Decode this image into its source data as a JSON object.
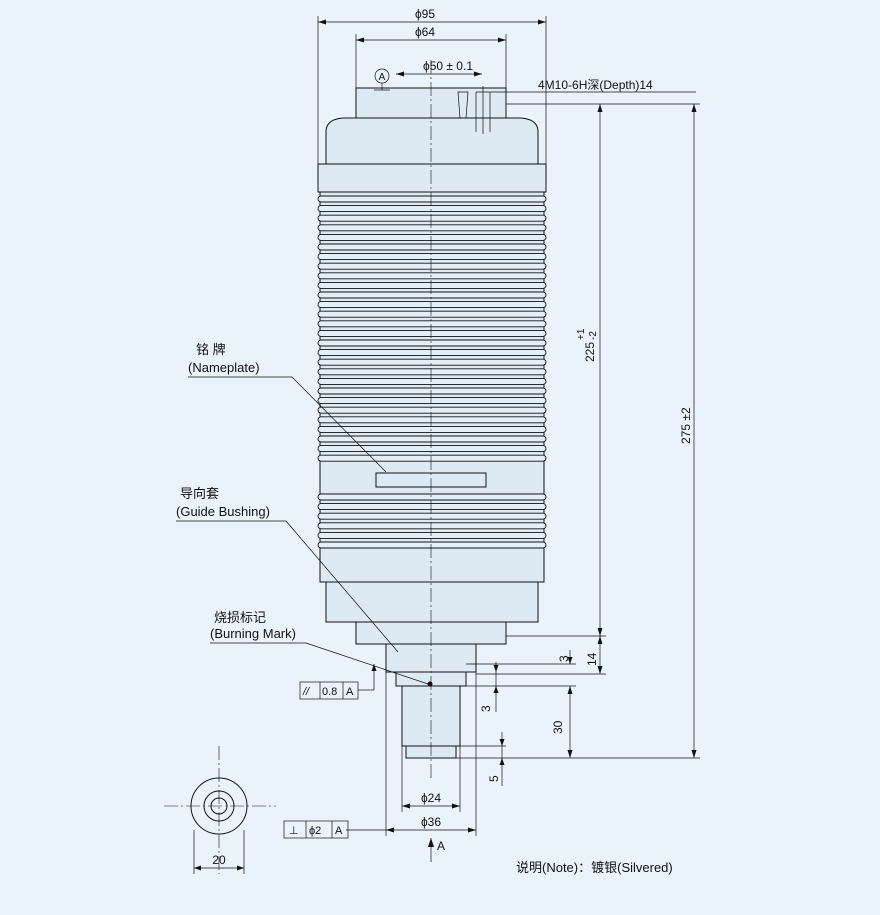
{
  "dims": {
    "d95": "ϕ95",
    "d64": "ϕ64",
    "d50": "ϕ50 ± 0.1",
    "thread": "4M10-6H深(Depth)14",
    "h225": "225",
    "h225_tol_up": "+1",
    "h225_tol_dn": "-2",
    "h275": "275 ±2",
    "h14": "14",
    "h3a": "3",
    "h3b": "3",
    "h30": "30",
    "h5": "5",
    "d24": "ϕ24",
    "d36": "ϕ36",
    "w20": "20"
  },
  "labels": {
    "nameplate_cn": "铭 牌",
    "nameplate_en": "(Nameplate)",
    "bushing_cn": "导向套",
    "bushing_en": "(Guide Bushing)",
    "burn_cn": "烧损标记",
    "burn_en": "(Burning Mark)",
    "note": "说明(Note)：镀银(Silvered)"
  },
  "datum": {
    "letter": "A",
    "bottom_letter": "A"
  },
  "tolerances": {
    "parallel_symbol": "//",
    "parallel_value": "0.8",
    "parallel_datum": "A",
    "perp_symbol": "⊥",
    "perp_value": "ϕ2",
    "perp_datum": "A"
  }
}
